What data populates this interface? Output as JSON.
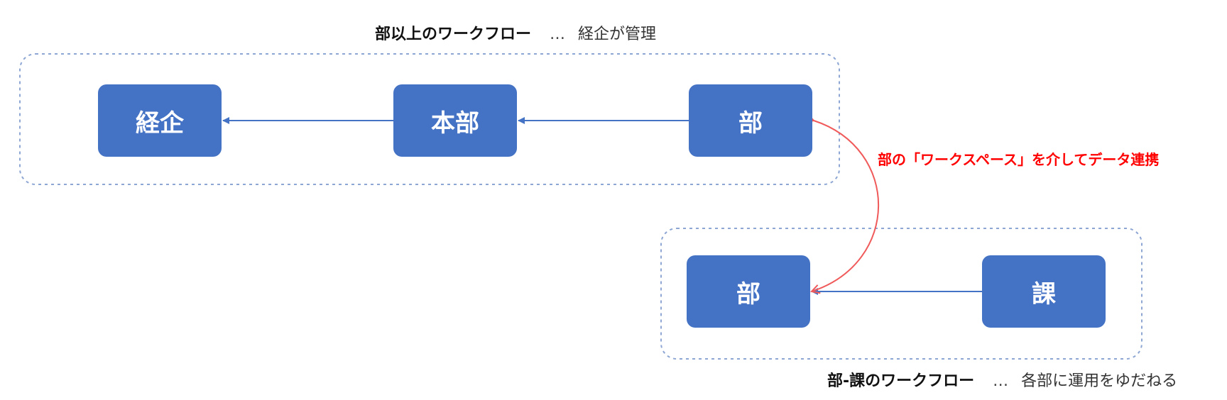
{
  "colors": {
    "node_fill": "#4472c4",
    "flow_arrow": "#4472c4",
    "group_border": "#8ea6d4",
    "link_arrow": "#f05a5a",
    "link_label": "#ff0000"
  },
  "groups": {
    "upper": {
      "title_bold": "部以上のワークフロー",
      "ellipsis": "…",
      "note": "経企が管理"
    },
    "lower": {
      "title_bold": "部-課のワークフロー",
      "ellipsis": "…",
      "note": "各部に運用をゆだねる"
    }
  },
  "nodes": {
    "keikaku": "経企",
    "honbu": "本部",
    "bu_upper": "部",
    "bu_lower": "部",
    "ka": "課"
  },
  "link": {
    "label": "部の「ワークスペース」を介してデータ連携"
  }
}
